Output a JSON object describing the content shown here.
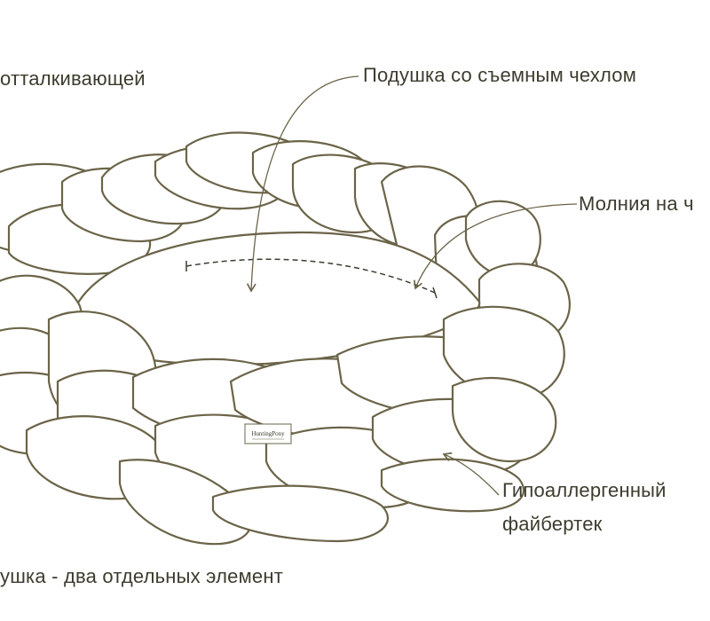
{
  "labels": {
    "repellent": "отталкивающей",
    "pillow_cover": "Подушка со съемным чехлом",
    "zipper": "Молния на ч",
    "hypo_line1": "Гипоаллергенный",
    "hypo_line2": "файбертек",
    "two_parts": "ушка - два отдельных элемент"
  },
  "tag": {
    "brand": "HuntingPony"
  },
  "colors": {
    "stroke": "#6b6448",
    "text": "#3c3c2e",
    "background": "#ffffff"
  }
}
